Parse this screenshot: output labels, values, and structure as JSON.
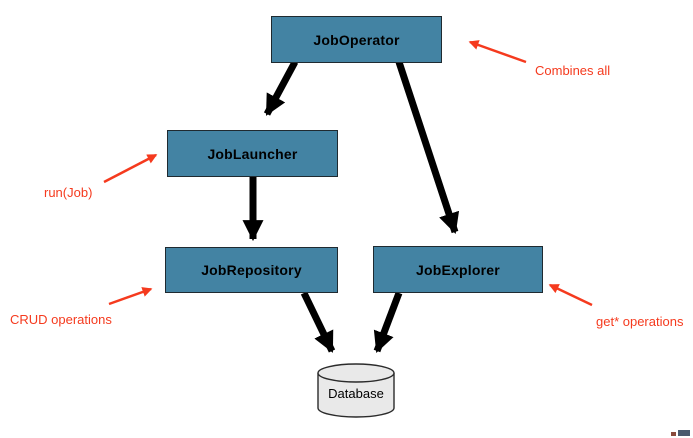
{
  "nodes": {
    "job_operator": {
      "label": "JobOperator"
    },
    "job_launcher": {
      "label": "JobLauncher"
    },
    "job_repository": {
      "label": "JobRepository"
    },
    "job_explorer": {
      "label": "JobExplorer"
    },
    "database": {
      "label": "Database"
    }
  },
  "annotations": {
    "combines_all": {
      "label": "Combines all"
    },
    "run_job": {
      "label": "run(Job)"
    },
    "crud_operations": {
      "label": "CRUD operations"
    },
    "get_operations": {
      "label": "get* operations"
    }
  },
  "edges": [
    {
      "from": "JobOperator",
      "to": "JobLauncher"
    },
    {
      "from": "JobOperator",
      "to": "JobExplorer"
    },
    {
      "from": "JobLauncher",
      "to": "JobRepository"
    },
    {
      "from": "JobRepository",
      "to": "Database"
    },
    {
      "from": "JobExplorer",
      "to": "Database"
    }
  ],
  "colors": {
    "node-fill": "#4383a3",
    "node-border": "#1f2a30",
    "annotation-red": "#f53a1e",
    "arrow-black": "#000000",
    "db-fill": "#e9e9e9",
    "frag-a": "#8a4a3c",
    "frag-b": "#4a5a6e"
  }
}
